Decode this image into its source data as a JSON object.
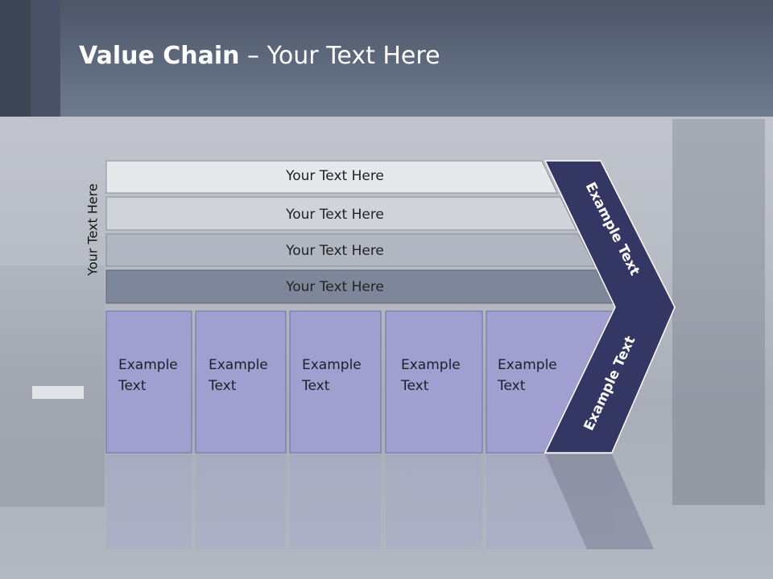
{
  "title": {
    "bold": "Value Chain",
    "rest": " – Your Text Here"
  },
  "side_label": "Your Text Here",
  "bars": [
    {
      "label": "Your Text Here",
      "color": "#e6e8ec"
    },
    {
      "label": "Your Text Here",
      "color": "#d0d3da"
    },
    {
      "label": "Your Text Here",
      "color": "#b1b6c2"
    },
    {
      "label": "Your Text Here",
      "color": "#7d8799"
    }
  ],
  "boxes": [
    {
      "line1": "Example",
      "line2": "Text"
    },
    {
      "line1": "Example",
      "line2": "Text"
    },
    {
      "line1": "Example",
      "line2": "Text"
    },
    {
      "line1": "Example",
      "line2": "Text"
    },
    {
      "line1": "Example",
      "line2": "Text"
    }
  ],
  "chevron": {
    "upper": "Example Text",
    "lower": "Example Text"
  },
  "colors": {
    "box": "#a09fd0",
    "chevron": "#343663",
    "header": "#5f6a7e"
  }
}
